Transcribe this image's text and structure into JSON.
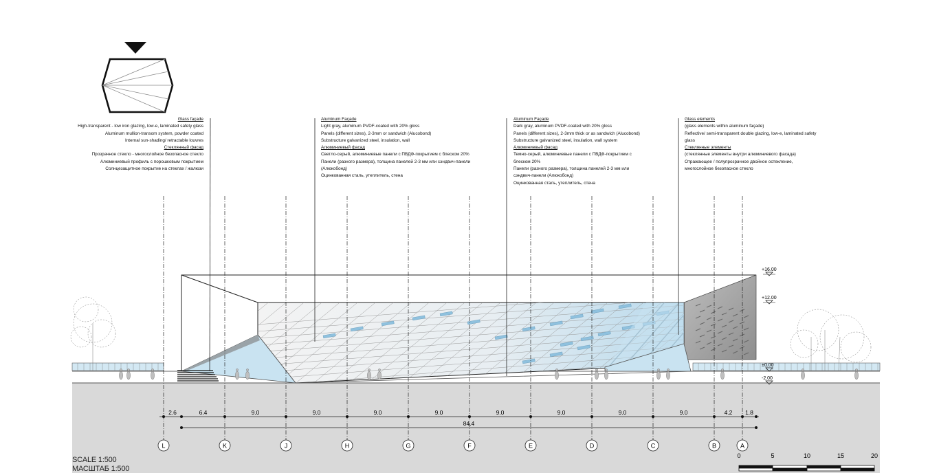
{
  "notes": {
    "glass_facade": {
      "title_en": "Glass façade",
      "lines_en": [
        "High-transparent - low iron glazing, low-e, laminated safety glass",
        "Aluminum mullion-transom system, powder coated",
        "Internal sun-shading/ retractable louvres"
      ],
      "title_ru": "Стеклянный фасад",
      "lines_ru": [
        "Прозрачное стекло - многослойное безопасное стекло",
        "Алюминиевый профиль с порошковым покрытием",
        "Солнцезащитное покрытие на стеклах / жалюзи"
      ]
    },
    "aluminum_light": {
      "title_en": "Aluminum Façade",
      "lines_en": [
        "Light gray, aluminum PVDF-coated with 20% gloss",
        "Panels (different sizes), 2-3mm or sandwich (Alucobond)",
        "Substructure galvanized steel, insulation, wall"
      ],
      "title_ru": "Алюминиевый фасад",
      "lines_ru": [
        "Светло-серый, алюминиевые панели с ПВДФ-покрытием с блеском 20%",
        "Панели (разного размера), толщина панелей 2-3 мм или сэндвич-панели",
        "(Алюкобонд)",
        "Оцинкованная сталь, утеплитель, стена"
      ]
    },
    "aluminum_dark": {
      "title_en": "Aluminum Façade",
      "lines_en": [
        "Dark gray, aluminum PVDF-coated with 20% gloss",
        "Panels (different sizes), 2-3mm thick or  as sandwich (Alucobond)",
        "Substructure galvanized steel, insulation, wall system"
      ],
      "title_ru": "Алюминиевый фасад",
      "lines_ru": [
        "Темно-серый, алюминиевые панели с ПВДФ-покрытием с",
        "блеском 20%",
        "Панели (разного размера), толщина панелей 2-3 мм или",
        "сэндвич-панели (Алюкобонд)",
        "Оцинкованная сталь, утеплитель, стена"
      ]
    },
    "glass_elements": {
      "title_en": "Glass elements",
      "lines_en": [
        "(glass elements within aluminum façade)",
        "Reflective/ semi-transparent double glazing, low-e, laminated safety",
        "glass"
      ],
      "title_ru": "Стеклянные элементы",
      "lines_ru": [
        "(стеклянные элементы внутри алюминиевого фасада)",
        "Отражающее / полупрозрачное двойное остекление,",
        "многослойное безопасное стекло"
      ]
    }
  },
  "levels": [
    "+16.00",
    "+12.00",
    "±0.00",
    "-2.00"
  ],
  "grid_axes": [
    "L",
    "K",
    "J",
    "H",
    "G",
    "F",
    "E",
    "D",
    "C",
    "B",
    "A"
  ],
  "dimensions": {
    "spans": [
      "2.6",
      "6.4",
      "9.0",
      "9.0",
      "9.0",
      "9.0",
      "9.0",
      "9.0",
      "9.0",
      "9.0",
      "4.2",
      "1.8"
    ],
    "total": "84.4"
  },
  "scale": {
    "label_en": "SCALE 1:500",
    "label_ru": "МАСШТАБ 1:500",
    "ticks": [
      "0",
      "5",
      "10",
      "15",
      "20"
    ]
  },
  "colors": {
    "ground": "#d9d9d9",
    "glass": "#c9e3f1",
    "glass_accent": "#8fc1de",
    "panel_light": "#f1f1f1",
    "panel_dark": "#a3a3a3",
    "line": "#1a1a1a"
  }
}
